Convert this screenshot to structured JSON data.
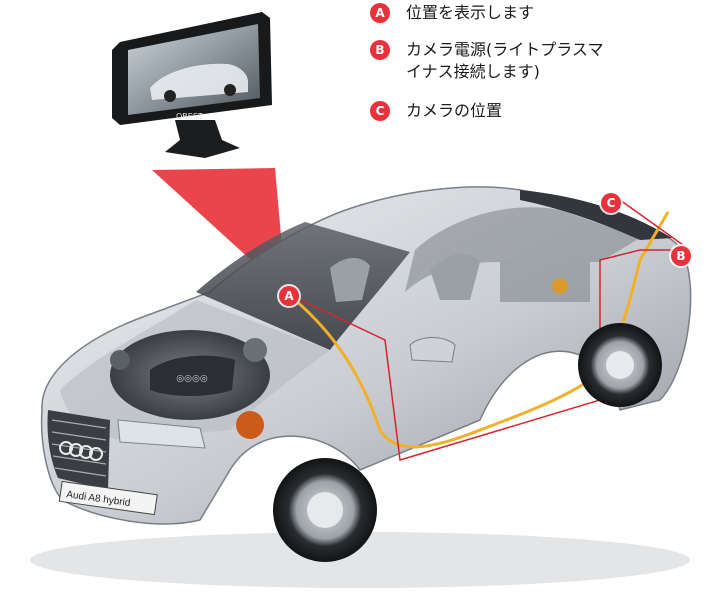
{
  "legend": {
    "items": [
      {
        "badge": "A",
        "text": "位置を表示します"
      },
      {
        "badge": "B",
        "text": "カメラ電源(ライトプラスマ\nイナス接続します)"
      },
      {
        "badge": "C",
        "text": "カメラの位置"
      }
    ]
  },
  "markers": {
    "a": "A",
    "b": "B",
    "c": "C"
  },
  "monitor": {
    "brand_logo_text": "OBEST"
  },
  "car": {
    "plate_text": "Audi A8 hybrid"
  },
  "colors": {
    "accent": "#e8313a",
    "car_body": "#c9ccd1",
    "cable": "#f2b02a"
  }
}
